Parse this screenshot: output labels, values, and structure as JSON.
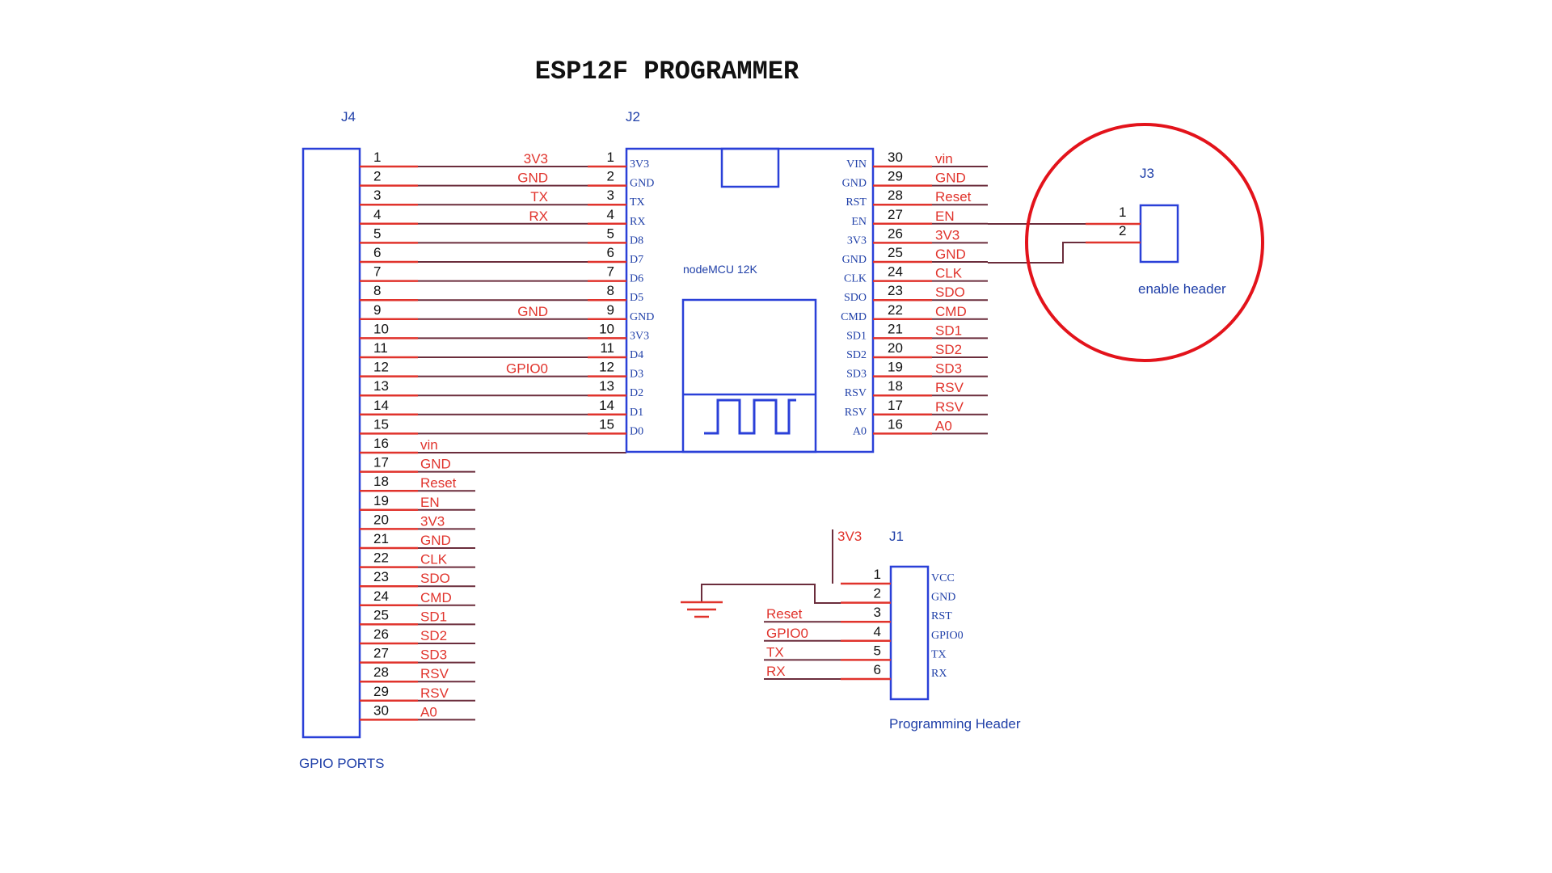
{
  "title": "ESP12F PROGRAMMER",
  "colors": {
    "component_outline": "#2a40d8",
    "wire_red": "#e0332c",
    "wire_dark": "#6b2d3c",
    "highlight_circle": "#e3131b",
    "pin_text": "#111111",
    "label_blue": "#1f3fa8"
  },
  "j4": {
    "ref": "J4",
    "caption": "GPIO PORTS",
    "pins": [
      "1",
      "2",
      "3",
      "4",
      "5",
      "6",
      "7",
      "8",
      "9",
      "10",
      "11",
      "12",
      "13",
      "14",
      "15",
      "16",
      "17",
      "18",
      "19",
      "20",
      "21",
      "22",
      "23",
      "24",
      "25",
      "26",
      "27",
      "28",
      "29",
      "30"
    ],
    "nets_left_group": [
      "3V3",
      "GND",
      "TX",
      "RX",
      "",
      "",
      "",
      "",
      "GND",
      "",
      "",
      "GPIO0",
      "",
      "",
      ""
    ],
    "nets_lower_group": [
      "vin",
      "GND",
      "Reset",
      "EN",
      "3V3",
      "GND",
      "CLK",
      "SDO",
      "CMD",
      "SD1",
      "SD2",
      "SD3",
      "RSV",
      "RSV",
      "A0"
    ]
  },
  "j2": {
    "ref": "J2",
    "module_label": "nodeMCU 12K",
    "left_pin_numbers": [
      "1",
      "2",
      "3",
      "4",
      "5",
      "6",
      "7",
      "8",
      "9",
      "10",
      "11",
      "12",
      "13",
      "14",
      "15"
    ],
    "left_pin_names": [
      "3V3",
      "GND",
      "TX",
      "RX",
      "D8",
      "D7",
      "D6",
      "D5",
      "GND",
      "3V3",
      "D4",
      "D3",
      "D2",
      "D1",
      "D0"
    ],
    "right_pin_numbers": [
      "30",
      "29",
      "28",
      "27",
      "26",
      "25",
      "24",
      "23",
      "22",
      "21",
      "20",
      "19",
      "18",
      "17",
      "16"
    ],
    "right_pin_names": [
      "VIN",
      "GND",
      "RST",
      "EN",
      "3V3",
      "GND",
      "CLK",
      "SDO",
      "CMD",
      "SD1",
      "SD2",
      "SD3",
      "RSV",
      "RSV",
      "A0"
    ],
    "right_nets": [
      "vin",
      "GND",
      "Reset",
      "EN",
      "3V3",
      "GND",
      "CLK",
      "SDO",
      "CMD",
      "SD1",
      "SD2",
      "SD3",
      "RSV",
      "RSV",
      "A0"
    ]
  },
  "j3": {
    "ref": "J3",
    "caption": "enable header",
    "pins": [
      "1",
      "2"
    ]
  },
  "j1": {
    "ref": "J1",
    "caption": "Programming Header",
    "power_label": "3V3",
    "pins": [
      "1",
      "2",
      "3",
      "4",
      "5",
      "6"
    ],
    "pin_names": [
      "VCC",
      "GND",
      "RST",
      "GPIO0",
      "TX",
      "RX"
    ],
    "nets": [
      "",
      "",
      "Reset",
      "GPIO0",
      "TX",
      "RX"
    ]
  },
  "icons": {
    "ground": "ground-symbol-icon",
    "antenna": "antenna-trace-icon"
  }
}
